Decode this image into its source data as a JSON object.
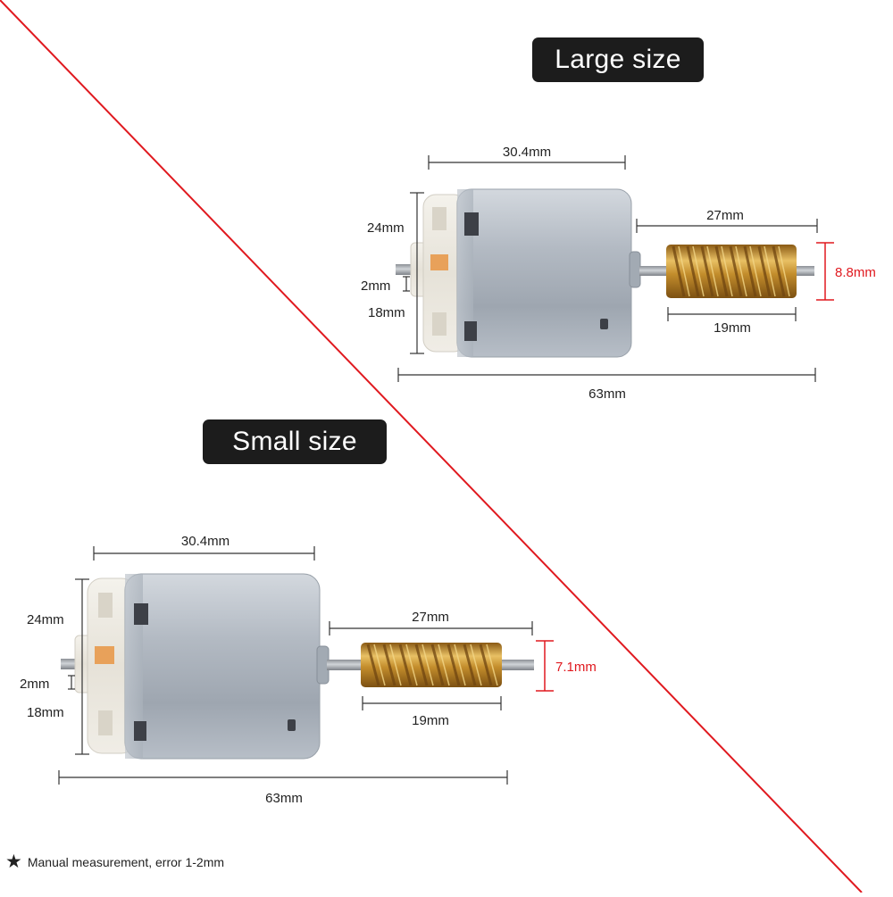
{
  "labels": {
    "large_size": "Large size",
    "small_size": "Small size",
    "footnote": "Manual measurement, error 1-2mm"
  },
  "large_motor": {
    "body_length": "30.4mm",
    "height": "24mm",
    "shaft_diameter": "2mm",
    "width": "18mm",
    "shaft_length": "27mm",
    "worm_diameter": "8.8mm",
    "worm_length": "19mm",
    "total_length": "63mm"
  },
  "small_motor": {
    "body_length": "30.4mm",
    "height": "24mm",
    "shaft_diameter": "2mm",
    "width": "18mm",
    "shaft_length": "27mm",
    "worm_diameter": "7.1mm",
    "worm_length": "19mm",
    "total_length": "63mm"
  },
  "colors": {
    "divider": "#e0191f",
    "highlight_dimension": "#e0191f",
    "badge_bg": "#1c1c1c",
    "metal": "#a9b1bb",
    "brass": "#c9962f",
    "plastic": "#ece9e1"
  },
  "icons": {
    "footnote_marker": "star-icon"
  }
}
